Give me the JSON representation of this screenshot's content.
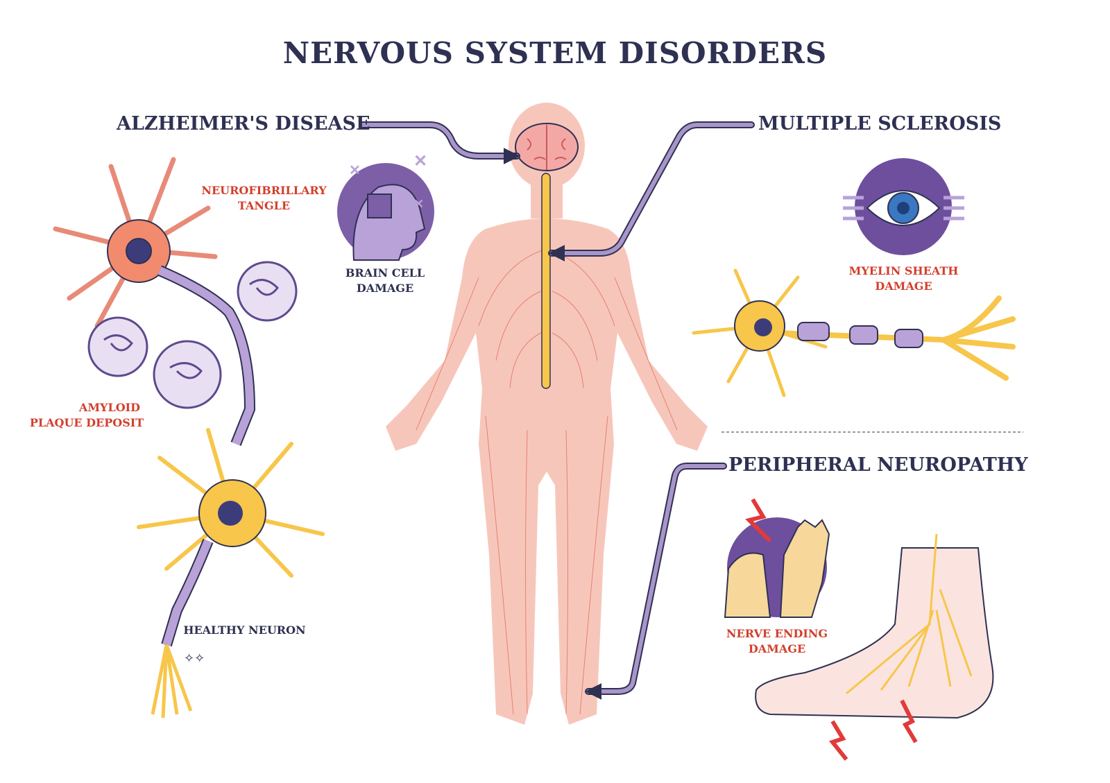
{
  "title": "NERVOUS SYSTEM DISORDERS",
  "sections": {
    "alzheimers": {
      "heading": "ALZHEIMER'S DISEASE",
      "labels": {
        "tangle_1": "NEUROFIBRILLARY",
        "tangle_2": "TANGLE",
        "plaque_1": "AMYLOID",
        "plaque_2": "PLAQUE DEPOSIT",
        "brain_1": "BRAIN CELL",
        "brain_2": "DAMAGE",
        "healthy": "HEALTHY NEURON"
      }
    },
    "ms": {
      "heading": "MULTIPLE SCLEROSIS",
      "labels": {
        "myelin_1": "MYELIN SHEATH",
        "myelin_2": "DAMAGE"
      }
    },
    "neuropathy": {
      "heading": "PERIPHERAL NEUROPATHY",
      "labels": {
        "nerve_1": "NERVE ENDING",
        "nerve_2": "DAMAGE"
      }
    }
  },
  "colors": {
    "navy": "#2e3152",
    "red": "#d23f2c",
    "purple": "#a995c9",
    "skin": "#f7c6bb",
    "yellow": "#f7c64a"
  }
}
